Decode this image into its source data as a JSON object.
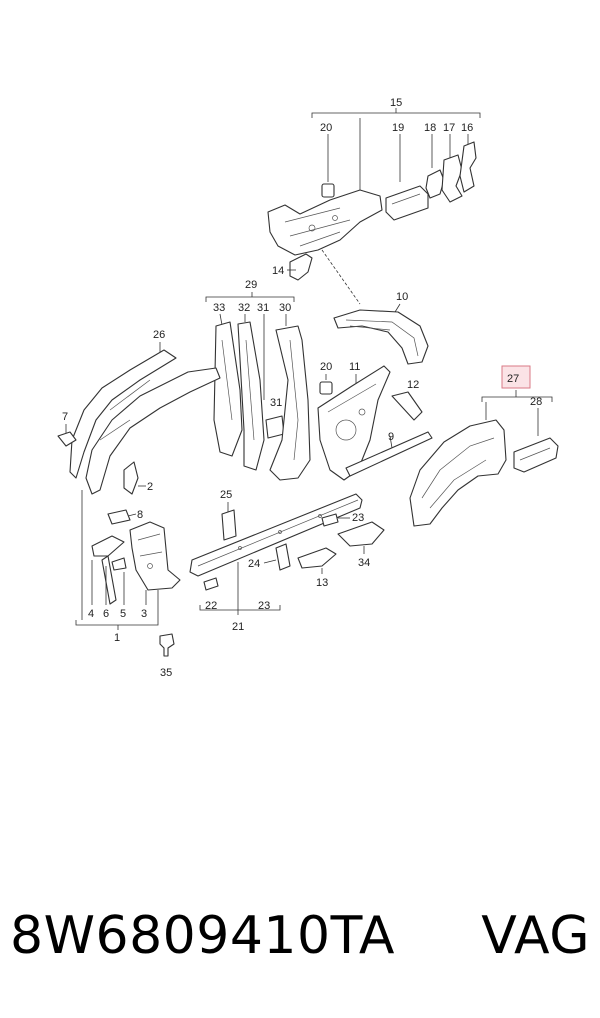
{
  "callouts": {
    "n1": "1",
    "n2": "2",
    "n3": "3",
    "n4": "4",
    "n5": "5",
    "n6": "6",
    "n7": "7",
    "n8": "8",
    "n9": "9",
    "n10": "10",
    "n11": "11",
    "n12": "12",
    "n13": "13",
    "n14": "14",
    "n15": "15",
    "n16": "16",
    "n17": "17",
    "n18": "18",
    "n19": "19",
    "n20a": "20",
    "n20b": "20",
    "n21": "21",
    "n22": "22",
    "n23a": "23",
    "n23b": "23",
    "n24": "24",
    "n25": "25",
    "n26": "26",
    "n27": "27",
    "n28": "28",
    "n29": "29",
    "n30": "30",
    "n31a": "31",
    "n31b": "31",
    "n32": "32",
    "n33": "33",
    "n34": "34",
    "n35": "35"
  },
  "highlight_color": "#fbe3e6",
  "footer": {
    "part_number": "8W6809410TA",
    "brand": "VAG"
  }
}
